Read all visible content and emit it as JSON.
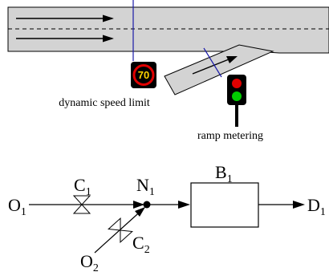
{
  "top": {
    "sign": {
      "speed": "70",
      "caption": "dynamic speed limit"
    },
    "signal": {
      "caption": "ramp metering",
      "lights": [
        "#e00000",
        "#00cc00"
      ]
    }
  },
  "bottom": {
    "origin_1": {
      "base": "O",
      "sub": "1"
    },
    "origin_2": {
      "base": "O",
      "sub": "2"
    },
    "valve_1": {
      "base": "C",
      "sub": "1"
    },
    "valve_2": {
      "base": "C",
      "sub": "2"
    },
    "node": {
      "base": "N",
      "sub": "1"
    },
    "block": {
      "base": "B",
      "sub": "1"
    },
    "destination": {
      "base": "D",
      "sub": "1"
    }
  },
  "colors": {
    "road": "#d3d3d3",
    "control_line": "#1a1aa8",
    "sign_bg": "#000000",
    "sign_ring": "#e00000"
  }
}
